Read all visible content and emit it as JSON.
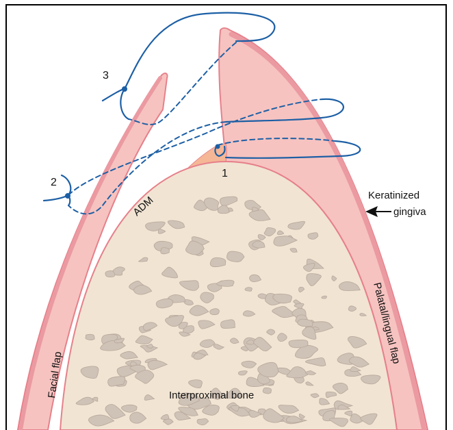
{
  "labels": {
    "suture_1": "1",
    "suture_2": "2",
    "suture_3": "3",
    "adm": "ADM",
    "keratinized_line1": "Keratinized",
    "keratinized_line2": "gingiva",
    "facial_flap": "Facial flap",
    "palatal_flap": "Palatal/lingual flap",
    "bone": "Interproximal bone"
  },
  "colors": {
    "flap_fill": "#f6c3c0",
    "flap_stroke": "#e6808a",
    "keratinized": "#eb9aa2",
    "adm_fill": "#f5b796",
    "bone_fill": "#f1e4d3",
    "bone_pore": "#cfc2b6",
    "bone_pore_edge": "#b7a89b",
    "suture": "#1c5fa5",
    "frame": "#000000"
  },
  "icons": {
    "arrow": "arrow-left-icon",
    "knot": "suture-knot-icon"
  }
}
